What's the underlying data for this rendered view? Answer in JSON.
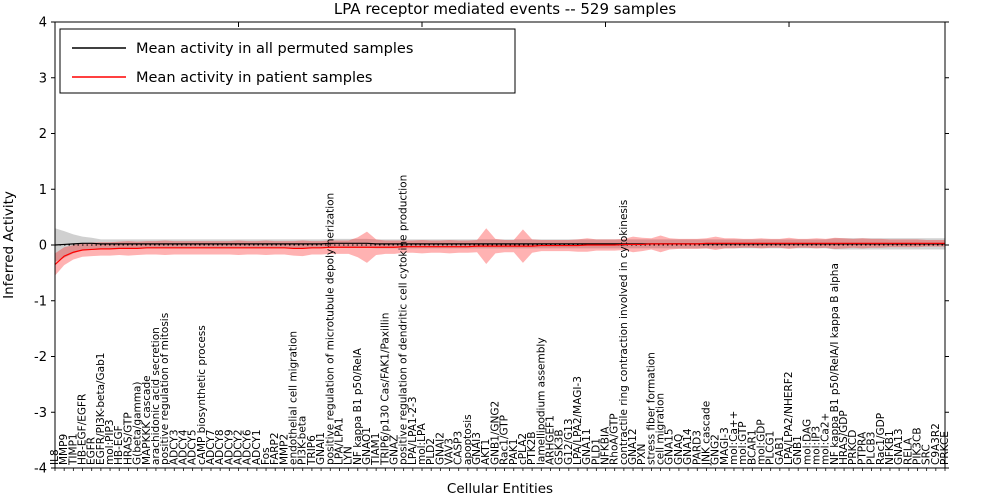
{
  "figure": {
    "title": "LPA receptor mediated events -- 529 samples",
    "xlabel": "Cellular Entities",
    "ylabel": "Inferred Activity"
  },
  "legend": {
    "items": [
      {
        "label": "Mean activity in all permuted samples",
        "color": "#000000"
      },
      {
        "label": "Mean activity in patient samples",
        "color": "#ff0000"
      }
    ]
  },
  "chart_data": {
    "type": "line",
    "title": "LPA receptor mediated events -- 529 samples",
    "xlabel": "Cellular Entities",
    "ylabel": "Inferred Activity",
    "ylim": [
      -4,
      4
    ],
    "yticks": [
      -4,
      -3,
      -2,
      -1,
      0,
      1,
      2,
      3,
      4
    ],
    "grid": false,
    "legend_position": "upper left",
    "zero_line": {
      "style": "dotted",
      "color": "#000000",
      "y": 0
    },
    "categories": [
      "IL8",
      "MMP9",
      "TIMP1",
      "HB-EGF/EGFR",
      "EGFR",
      "EGFR/PI3K-beta/Gab1",
      "mol:PIP3",
      "HB-EGF",
      "HRAS/GTP",
      "G(beta/gamma)",
      "MAPKKK cascade",
      "arachidonic acid secretion",
      "positive regulation of mitosis",
      "ADCY3",
      "ADCY4",
      "ADCY5",
      "cAMP biosynthetic process",
      "ADCY7",
      "ADCY8",
      "ADCY9",
      "ADCY2",
      "ADCY6",
      "ADCY1",
      "Fos",
      "FARP2",
      "MMP2",
      "endothelial cell migration",
      "PI3K-beta",
      "TRIP6",
      "GNAI1",
      "positive regulation of microtubule depolymerization",
      "LPA/LPA1",
      "LYN",
      "NF kappa B1 p50/RelA",
      "GNAO1",
      "TIAM1",
      "TRIP6/p130 Cas/FAK1/Paxillin",
      "GNAZ",
      "positive regulation of dendritic cell cytokine production",
      "LPA/LPA1-2-3",
      "mol:LPA",
      "PLD2",
      "GNAI2",
      "VAV3",
      "CASP3",
      "apoptosis",
      "GNAI3",
      "AKT1",
      "GNB1/GNG2",
      "Rac1/GTP",
      "PAK1",
      "cPLA2",
      "PTK2B",
      "lamellipodium assembly",
      "ARHGEF1",
      "GSK3B",
      "G12/G13",
      "LPA/LPA2/MAGI-3",
      "GNA11",
      "PLD1",
      "NFKBIA",
      "RhoA/GTP",
      "contractile ring contraction involved in cytokinesis",
      "GNA12",
      "PXN",
      "stress fiber formation",
      "cell migration",
      "GNA15",
      "GNAQ",
      "GNA14",
      "PARD3",
      "JNK cascade",
      "GNG2",
      "MAGI-3",
      "mol:Ca++",
      "mol:GTP",
      "BCAR1",
      "mol:GDP",
      "PLCG1",
      "GAB1",
      "LPA/LPA2/NHERF2",
      "GNB1",
      "mol:DAG",
      "mol:IP3",
      "mol:Ca2+",
      "NF kappa B1 p50/RelA/I kappa B alpha",
      "HRAS/GDP",
      "PRKCD",
      "PTPRA",
      "PLCB3",
      "Rac1/GDP",
      "NFKB1",
      "GNA13",
      "RELA",
      "PIK3CB",
      "SRC",
      "C9A3R2",
      "PRKCE"
    ],
    "series": [
      {
        "name": "Mean activity in all permuted samples",
        "color": "#000000",
        "band_color": "rgba(120,120,120,0.35)",
        "values": [
          0.0,
          0.01,
          0.02,
          0.03,
          0.03,
          0.02,
          0.02,
          0.02,
          0.02,
          0.02,
          0.02,
          0.02,
          0.02,
          0.02,
          0.02,
          0.02,
          0.02,
          0.02,
          0.02,
          0.02,
          0.02,
          0.02,
          0.02,
          0.02,
          0.02,
          0.02,
          0.02,
          0.02,
          0.02,
          0.02,
          0.03,
          0.03,
          0.03,
          0.03,
          0.03,
          0.02,
          0.02,
          0.02,
          0.02,
          0.02,
          0.02,
          0.02,
          0.02,
          0.02,
          0.02,
          0.02,
          0.02,
          0.02,
          0.02,
          0.02,
          0.02,
          0.02,
          0.02,
          0.02,
          0.02,
          0.02,
          0.02,
          0.02,
          0.02,
          0.02,
          0.02,
          0.02,
          0.02,
          0.02,
          0.02,
          0.02,
          0.02,
          0.02,
          0.02,
          0.02,
          0.02,
          0.02,
          0.02,
          0.02,
          0.02,
          0.02,
          0.02,
          0.02,
          0.02,
          0.02,
          0.02,
          0.02,
          0.02,
          0.02,
          0.02,
          0.02,
          0.02,
          0.02,
          0.02,
          0.02,
          0.02,
          0.02,
          0.02,
          0.02,
          0.02,
          0.02,
          0.02,
          0.02
        ],
        "band_halfwidth": [
          0.3,
          0.24,
          0.17,
          0.12,
          0.1,
          0.08,
          0.08,
          0.08,
          0.08,
          0.08,
          0.08,
          0.08,
          0.08,
          0.08,
          0.08,
          0.08,
          0.08,
          0.08,
          0.08,
          0.08,
          0.08,
          0.08,
          0.08,
          0.08,
          0.08,
          0.08,
          0.08,
          0.08,
          0.08,
          0.08,
          0.08,
          0.08,
          0.08,
          0.08,
          0.08,
          0.08,
          0.08,
          0.08,
          0.08,
          0.08,
          0.08,
          0.08,
          0.08,
          0.08,
          0.08,
          0.08,
          0.08,
          0.08,
          0.08,
          0.08,
          0.08,
          0.08,
          0.08,
          0.08,
          0.08,
          0.08,
          0.08,
          0.08,
          0.08,
          0.08,
          0.08,
          0.08,
          0.08,
          0.08,
          0.08,
          0.08,
          0.08,
          0.08,
          0.08,
          0.08,
          0.08,
          0.08,
          0.08,
          0.08,
          0.08,
          0.08,
          0.08,
          0.08,
          0.08,
          0.08,
          0.08,
          0.08,
          0.08,
          0.08,
          0.08,
          0.1,
          0.1,
          0.1,
          0.1,
          0.1,
          0.1,
          0.1,
          0.1,
          0.1,
          0.1,
          0.1,
          0.1,
          0.1
        ]
      },
      {
        "name": "Mean activity in patient samples",
        "color": "#ff0000",
        "band_color": "rgba(255,0,0,0.30)",
        "values": [
          -0.35,
          -0.2,
          -0.13,
          -0.09,
          -0.08,
          -0.07,
          -0.07,
          -0.06,
          -0.06,
          -0.06,
          -0.05,
          -0.05,
          -0.05,
          -0.05,
          -0.05,
          -0.05,
          -0.05,
          -0.05,
          -0.05,
          -0.05,
          -0.05,
          -0.05,
          -0.05,
          -0.05,
          -0.05,
          -0.05,
          -0.06,
          -0.06,
          -0.05,
          -0.05,
          -0.04,
          -0.04,
          -0.04,
          -0.04,
          -0.04,
          -0.04,
          -0.04,
          -0.04,
          -0.03,
          -0.03,
          -0.03,
          -0.03,
          -0.03,
          -0.03,
          -0.03,
          -0.03,
          -0.02,
          -0.02,
          -0.02,
          -0.02,
          -0.02,
          -0.02,
          -0.02,
          -0.01,
          -0.01,
          -0.01,
          -0.01,
          -0.01,
          0.0,
          0.0,
          0.0,
          0.0,
          0.01,
          0.01,
          0.01,
          0.02,
          0.02,
          0.02,
          0.02,
          0.02,
          0.02,
          0.03,
          0.03,
          0.03,
          0.03,
          0.03,
          0.03,
          0.03,
          0.03,
          0.03,
          0.03,
          0.03,
          0.03,
          0.03,
          0.03,
          0.03,
          0.03,
          0.03,
          0.03,
          0.03,
          0.03,
          0.03,
          0.03,
          0.03,
          0.03,
          0.03,
          0.03,
          0.03
        ],
        "band_halfwidth": [
          0.2,
          0.16,
          0.13,
          0.12,
          0.12,
          0.12,
          0.12,
          0.12,
          0.13,
          0.12,
          0.12,
          0.12,
          0.13,
          0.12,
          0.12,
          0.12,
          0.12,
          0.12,
          0.12,
          0.12,
          0.13,
          0.12,
          0.12,
          0.13,
          0.12,
          0.12,
          0.13,
          0.14,
          0.12,
          0.12,
          0.12,
          0.12,
          0.12,
          0.18,
          0.28,
          0.14,
          0.12,
          0.12,
          0.11,
          0.11,
          0.12,
          0.11,
          0.11,
          0.12,
          0.11,
          0.11,
          0.11,
          0.32,
          0.13,
          0.11,
          0.11,
          0.3,
          0.12,
          0.1,
          0.1,
          0.1,
          0.1,
          0.11,
          0.12,
          0.1,
          0.1,
          0.1,
          0.1,
          0.14,
          0.12,
          0.1,
          0.15,
          0.1,
          0.09,
          0.09,
          0.09,
          0.09,
          0.12,
          0.09,
          0.09,
          0.08,
          0.08,
          0.09,
          0.08,
          0.08,
          0.1,
          0.08,
          0.08,
          0.09,
          0.08,
          0.1,
          0.09,
          0.08,
          0.09,
          0.08,
          0.08,
          0.07,
          0.07,
          0.07,
          0.07,
          0.06,
          0.06,
          0.06
        ]
      }
    ],
    "top_tick_indices": [
      20,
      40,
      60,
      80
    ]
  }
}
